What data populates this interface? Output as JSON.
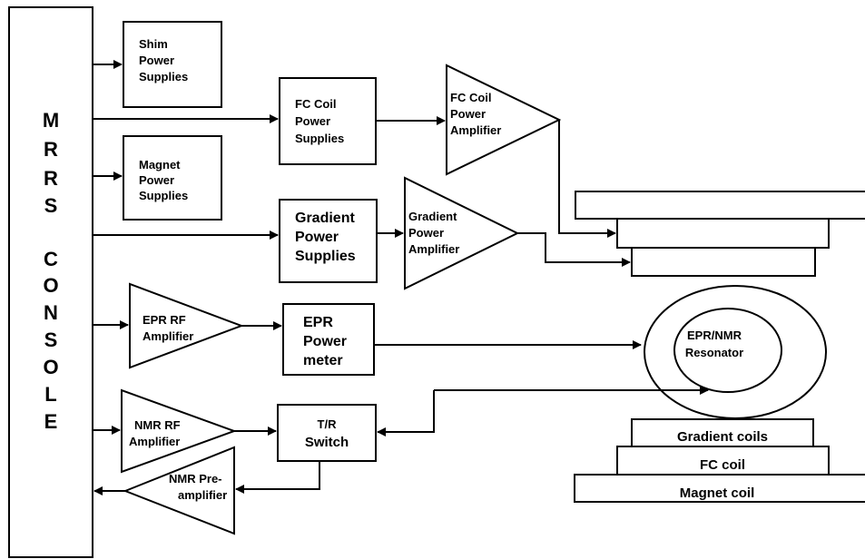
{
  "console": {
    "letters": [
      "M",
      "R",
      "R",
      "S",
      "C",
      "O",
      "N",
      "S",
      "O",
      "L",
      "E"
    ]
  },
  "blocks": {
    "shim_ps": [
      "Shim",
      "Power",
      "Supplies"
    ],
    "magnet_ps": [
      "Magnet",
      "Power",
      "Supplies"
    ],
    "fc_coil_ps": [
      "FC Coil",
      "Power",
      "Supplies"
    ],
    "fc_coil_amp": [
      "FC Coil",
      "Power",
      "Amplifier"
    ],
    "gradient_ps": [
      "Gradient",
      "Power",
      "Supplies"
    ],
    "gradient_amp": [
      "Gradient",
      "Power",
      "Amplifier"
    ],
    "epr_rf_amp": [
      "EPR RF",
      "Amplifier"
    ],
    "epr_power_meter": [
      "EPR",
      "Power",
      "meter"
    ],
    "nmr_rf_amp": [
      "NMR RF",
      "Amplifier"
    ],
    "tr_switch": [
      "T/R",
      "Switch"
    ],
    "nmr_preamp": [
      "NMR Pre-",
      "amplifier"
    ],
    "resonator": [
      "EPR/NMR",
      "Resonator"
    ]
  },
  "coils": {
    "gradient": "Gradient coils",
    "fc": "FC coil",
    "magnet": "Magnet coil"
  }
}
